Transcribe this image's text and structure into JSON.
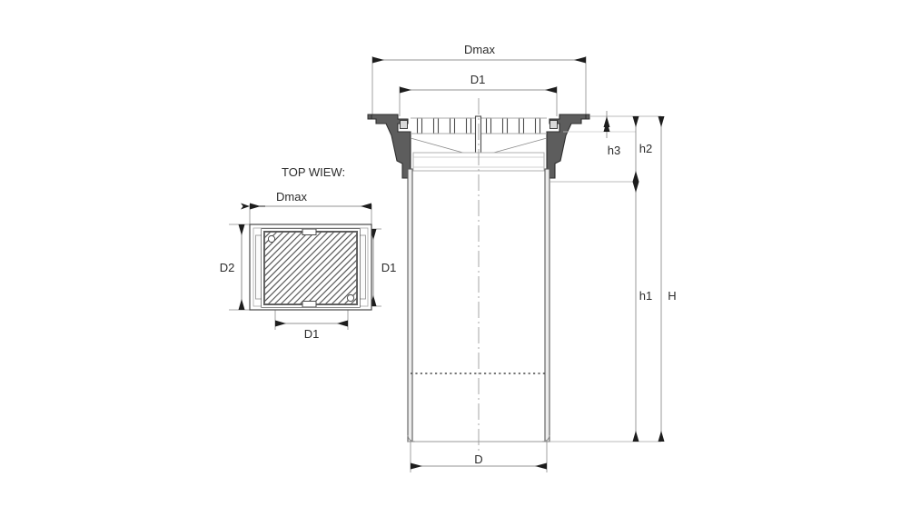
{
  "drawing": {
    "title": "Floor drain sectional technical drawing",
    "top_view": {
      "label": "TOP WIEW:",
      "dimensions": {
        "width_overall": "Dmax",
        "width_inner": "D1",
        "height_overall": "D2",
        "height_inner": "D1"
      }
    },
    "section_view": {
      "dimensions": {
        "flange_width": "Dmax",
        "grate_width": "D1",
        "flange_thickness": "h3",
        "upper_body_height": "h2",
        "pipe_height": "h1",
        "total_height": "H",
        "pipe_diameter": "D"
      }
    },
    "colors": {
      "line": "#3c3c3c",
      "hatch_fill": "#4a4a4a",
      "light_fill": "#d9d9d9",
      "mid_fill": "#9a9a9a",
      "background": "#ffffff",
      "dimension_line": "#7a7a7a",
      "text": "#2b2b2b"
    }
  }
}
